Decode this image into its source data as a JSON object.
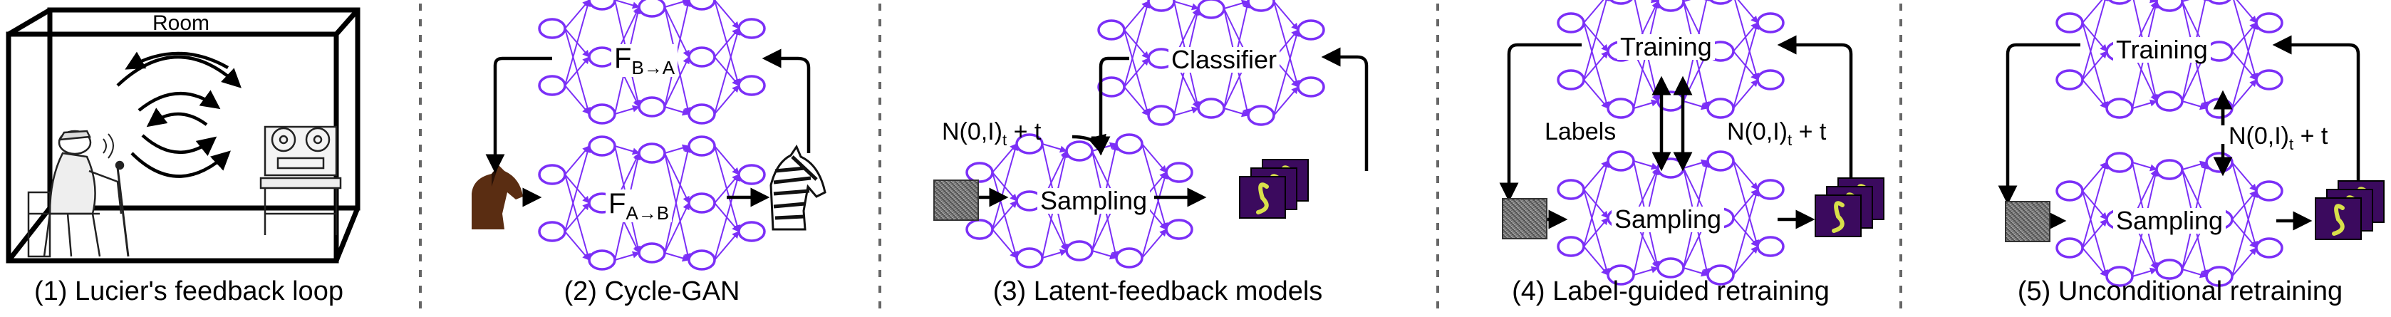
{
  "panels": [
    {
      "caption": "(1) Lucier's feedback loop",
      "room_label": "Room"
    },
    {
      "caption": "(2) Cycle-GAN",
      "top_net_label": "F",
      "top_net_sub": "B→A",
      "bottom_net_label": "F",
      "bottom_net_sub": "A→B"
    },
    {
      "caption": "(3) Latent-feedback models",
      "top_net_label": "Classifier",
      "bottom_net_label": "Sampling",
      "noise_label": "N(0,I)",
      "noise_sub": "t",
      "noise_suffix": " + t"
    },
    {
      "caption": "(4) Label-guided retraining",
      "top_net_label": "Training",
      "bottom_net_label": "Sampling",
      "labels_label": "Labels",
      "noise_label": "N(0,I)",
      "noise_sub": "t",
      "noise_suffix": " + t"
    },
    {
      "caption": "(5) Unconditional retraining",
      "top_net_label": "Training",
      "bottom_net_label": "Sampling",
      "noise_label": "N(0,I)",
      "noise_sub": "t",
      "noise_suffix": " + t"
    }
  ],
  "colors": {
    "network": "#7b2ff7",
    "digit_bg": "#3b0a5e",
    "digit_fg": "#d8e04a",
    "divider": "#666666"
  },
  "icons": [
    "man-in-chair-icon",
    "tape-recorder-icon",
    "horse-icon",
    "zebra-icon",
    "noise-image-icon",
    "digit-stack-icon"
  ]
}
